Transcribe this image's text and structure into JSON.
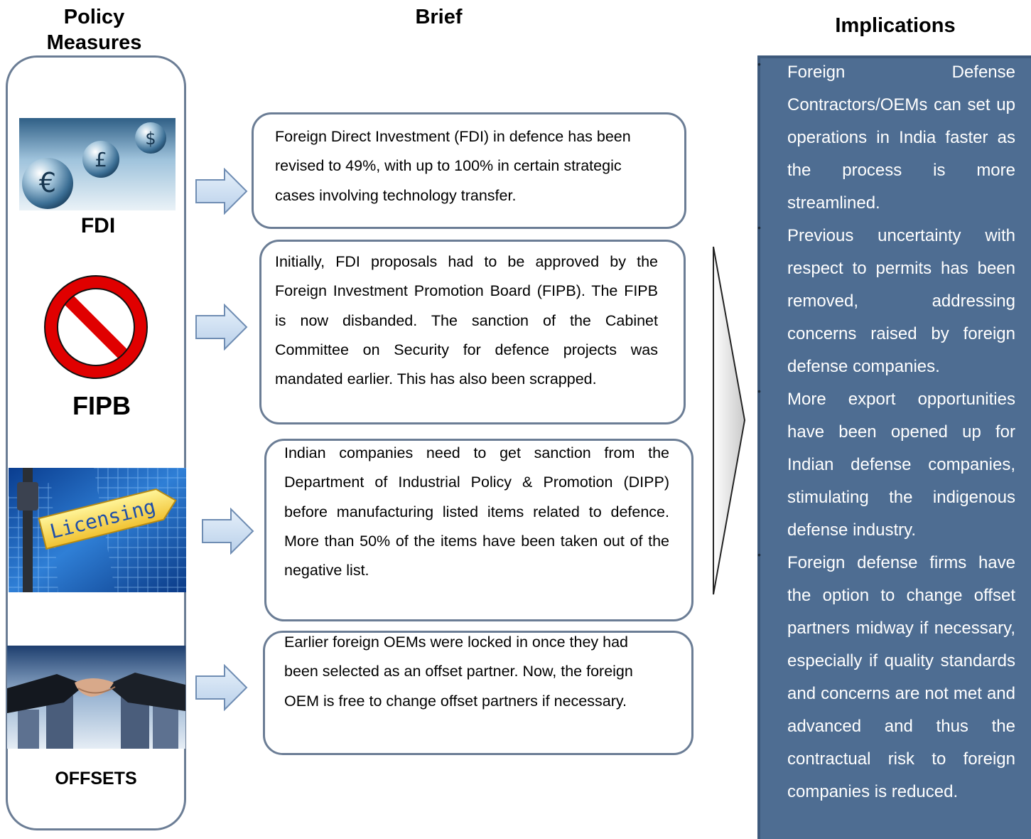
{
  "headers": {
    "policy": "Policy Measures",
    "brief": "Brief",
    "implications": "Implications"
  },
  "measures": [
    {
      "label": "FDI",
      "icon": "currency-globes-icon"
    },
    {
      "label": "FIPB",
      "icon": "prohibited-sign-icon"
    },
    {
      "label": "",
      "image_text": "Licensing",
      "icon": "licensing-signpost-icon"
    },
    {
      "label": "OFFSETS",
      "icon": "handshake-icon"
    }
  ],
  "briefs": [
    "Foreign Direct Investment (FDI) in defence has been revised to 49%, with up to 100% in certain strategic cases involving technology transfer.",
    "Initially, FDI proposals had to be approved by the Foreign Investment Promotion Board (FIPB). The FIPB is now disbanded. The sanction of the Cabinet Committee on Security for defence projects was mandated earlier. This has also been scrapped.",
    "Indian companies need to get sanction from the Department of Industrial Policy & Promotion (DIPP) before manufacturing listed items related to defence. More than 50% of the items have been taken out of the negative list.",
    "Earlier foreign OEMs were locked in once they had been selected as an offset partner. Now, the foreign OEM is free to change offset partners if necessary."
  ],
  "implications": [
    "Foreign Defense Contractors/OEMs can set up operations in India faster as the process is more streamlined.",
    "Previous uncertainty with respect to permits has been removed, addressing concerns raised by foreign defense companies.",
    "More export opportunities have been opened up for Indian defense companies, stimulating the indigenous defense industry.",
    "Foreign defense firms have the option to change offset partners midway if necessary, especially if quality standards and concerns are not met and advanced and thus the contractual risk to foreign companies is reduced."
  ],
  "colors": {
    "panel_border": "#6b7d95",
    "implications_bg": "#4e6d92",
    "arrow_fill": "#cfe0f3",
    "arrow_stroke": "#6f8db3",
    "prohibited_red": "#e00000"
  }
}
